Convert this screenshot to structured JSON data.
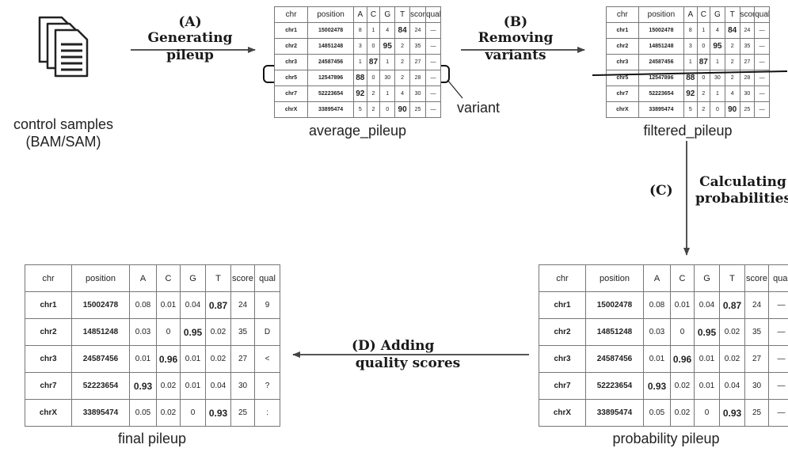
{
  "steps": {
    "a_letter": "(A)",
    "a_l1": "Generating",
    "a_l2": "pileup",
    "b_letter": "(B)",
    "b_l1": "Removing",
    "b_l2": "variants",
    "c_letter": "(C)",
    "c_l1": "Calculating",
    "c_l2": "probabilities",
    "d_l1": "(D)  Adding",
    "d_l2": "quality scores"
  },
  "captions": {
    "control_l1": "control samples",
    "control_l2": "(BAM/SAM)",
    "average": "average_pileup",
    "filtered": "filtered_pileup",
    "probability": "probability pileup",
    "final": "final pileup",
    "variant": "variant"
  },
  "headers": [
    "chr",
    "position",
    "A",
    "C",
    "G",
    "T",
    "score",
    "qual"
  ],
  "average_rows": [
    [
      "chr1",
      "15002478",
      "8",
      "1",
      "4",
      "84",
      "24",
      "—"
    ],
    [
      "chr2",
      "14851248",
      "3",
      "0",
      "95",
      "2",
      "35",
      "—"
    ],
    [
      "chr3",
      "24587456",
      "1",
      "87",
      "1",
      "2",
      "27",
      "—"
    ],
    [
      "chr5",
      "12547896",
      "88",
      "0",
      "30",
      "2",
      "28",
      "—"
    ],
    [
      "chr7",
      "52223654",
      "92",
      "2",
      "1",
      "4",
      "30",
      "—"
    ],
    [
      "chrX",
      "33895474",
      "5",
      "2",
      "0",
      "90",
      "25",
      "—"
    ]
  ],
  "average_bold": [
    [
      0,
      5
    ],
    [
      1,
      4
    ],
    [
      2,
      3
    ],
    [
      3,
      2
    ],
    [
      4,
      2
    ],
    [
      5,
      5
    ]
  ],
  "probability_rows": [
    [
      "chr1",
      "15002478",
      "0.08",
      "0.01",
      "0.04",
      "0.87",
      "24",
      "—"
    ],
    [
      "chr2",
      "14851248",
      "0.03",
      "0",
      "0.95",
      "0.02",
      "35",
      "—"
    ],
    [
      "chr3",
      "24587456",
      "0.01",
      "0.96",
      "0.01",
      "0.02",
      "27",
      "—"
    ],
    [
      "chr7",
      "52223654",
      "0.93",
      "0.02",
      "0.01",
      "0.04",
      "30",
      "—"
    ],
    [
      "chrX",
      "33895474",
      "0.05",
      "0.02",
      "0",
      "0.93",
      "25",
      "—"
    ]
  ],
  "final_rows": [
    [
      "chr1",
      "15002478",
      "0.08",
      "0.01",
      "0.04",
      "0.87",
      "24",
      "9"
    ],
    [
      "chr2",
      "14851248",
      "0.03",
      "0",
      "0.95",
      "0.02",
      "35",
      "D"
    ],
    [
      "chr3",
      "24587456",
      "0.01",
      "0.96",
      "0.01",
      "0.02",
      "27",
      "<"
    ],
    [
      "chr7",
      "52223654",
      "0.93",
      "0.02",
      "0.01",
      "0.04",
      "30",
      "?"
    ],
    [
      "chrX",
      "33895474",
      "0.05",
      "0.02",
      "0",
      "0.93",
      "25",
      ":"
    ]
  ],
  "prob_bold": [
    [
      0,
      5
    ],
    [
      1,
      4
    ],
    [
      2,
      3
    ],
    [
      3,
      2
    ],
    [
      4,
      5
    ]
  ]
}
